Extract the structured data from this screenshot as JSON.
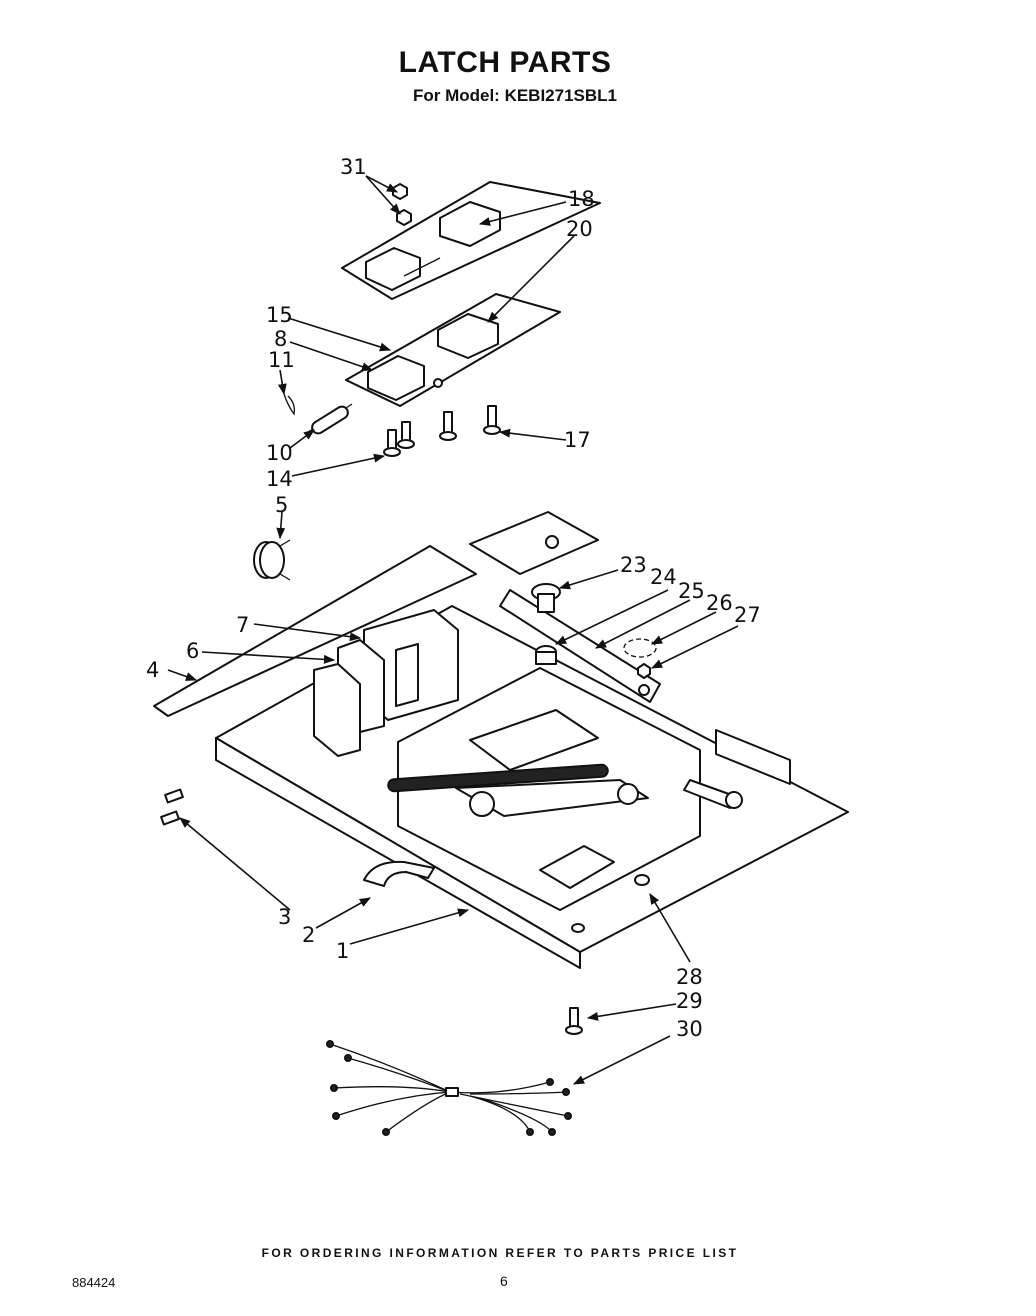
{
  "title": "LATCH PARTS",
  "subtitle": "For Model: KEBI271SBL1",
  "footer": "FOR ORDERING INFORMATION REFER TO PARTS PRICE LIST",
  "doc_number": "884424",
  "page_number": "6",
  "callouts": {
    "c1": "1",
    "c2": "2",
    "c3": "3",
    "c4": "4",
    "c5": "5",
    "c6": "6",
    "c7": "7",
    "c8": "8",
    "c10": "10",
    "c11": "11",
    "c14": "14",
    "c15": "15",
    "c17": "17",
    "c18": "18",
    "c20": "20",
    "c23": "23",
    "c24": "24",
    "c25": "25",
    "c26": "26",
    "c27": "27",
    "c28": "28",
    "c29": "29",
    "c30": "30",
    "c31": "31"
  }
}
